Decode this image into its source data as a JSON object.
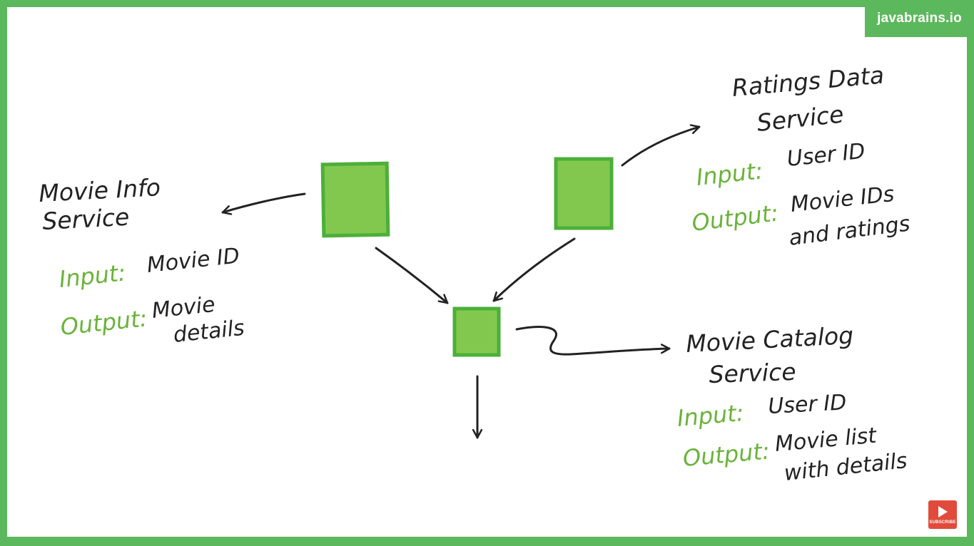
{
  "brand": {
    "label": "javabrains.io"
  },
  "subscribe": {
    "label": "SUBSCRIBE"
  },
  "colors": {
    "frame": "#5cb85c",
    "box_fill": "#82c84f",
    "box_stroke": "#4caf3a",
    "ink": "#222222",
    "label_green": "#6ab33a"
  },
  "services": {
    "movie_info": {
      "title_line1": "Movie Info",
      "title_line2": "Service",
      "input_label": "Input:",
      "input_value": "Movie ID",
      "output_label": "Output:",
      "output_line1": "Movie",
      "output_line2": "details"
    },
    "ratings_data": {
      "title_line1": "Ratings Data",
      "title_line2": "Service",
      "input_label": "Input:",
      "input_value": "User ID",
      "output_label": "Output:",
      "output_line1": "Movie IDs",
      "output_line2": "and ratings"
    },
    "movie_catalog": {
      "title_line1": "Movie Catalog",
      "title_line2": "Service",
      "input_label": "Input:",
      "input_value": "User ID",
      "output_label": "Output:",
      "output_line1": "Movie list",
      "output_line2": "with details"
    }
  }
}
